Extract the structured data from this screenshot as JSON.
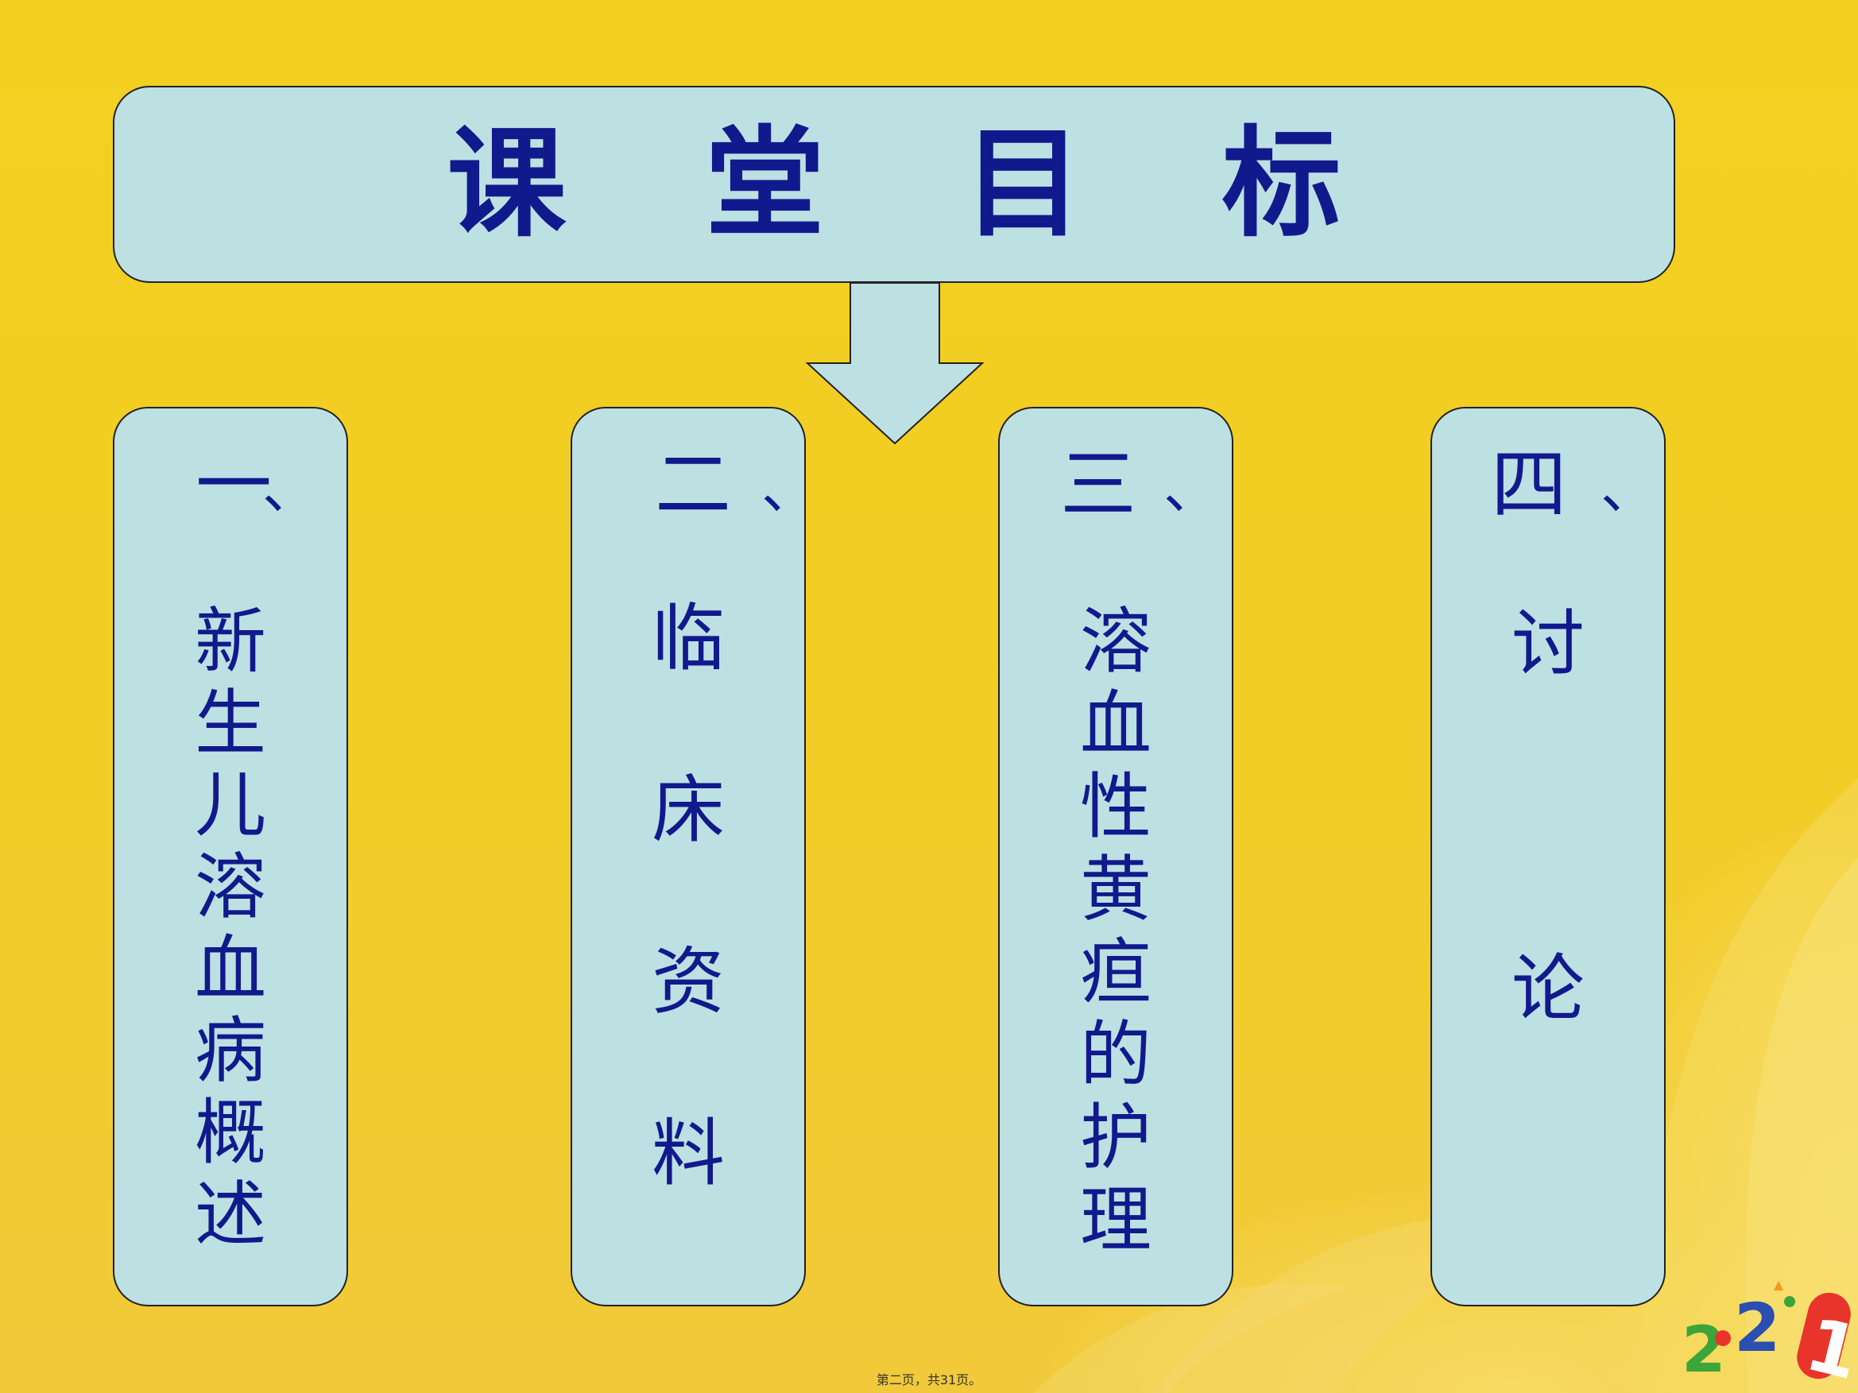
{
  "title": "课堂目标",
  "columns": [
    {
      "number": "一",
      "dun": "、",
      "chars": [
        "新",
        "生",
        "儿",
        "溶",
        "血",
        "病",
        "概",
        "述"
      ]
    },
    {
      "number": "二",
      "dun": "、",
      "chars": [
        "临",
        "床",
        "资",
        "料"
      ]
    },
    {
      "number": "三",
      "dun": "、",
      "chars": [
        "溶",
        "血",
        "性",
        "黄",
        "疸",
        "的",
        "护",
        "理"
      ]
    },
    {
      "number": "四",
      "dun": "、",
      "chars": [
        "讨",
        "论"
      ]
    }
  ],
  "footer": "第二页，共31页。",
  "logo_text": "2021",
  "colors": {
    "background": "#F2CF22",
    "box_fill": "#BDE0E3",
    "text": "#111A8C"
  },
  "icons": [
    "down-arrow-icon",
    "year-logo-icon"
  ]
}
